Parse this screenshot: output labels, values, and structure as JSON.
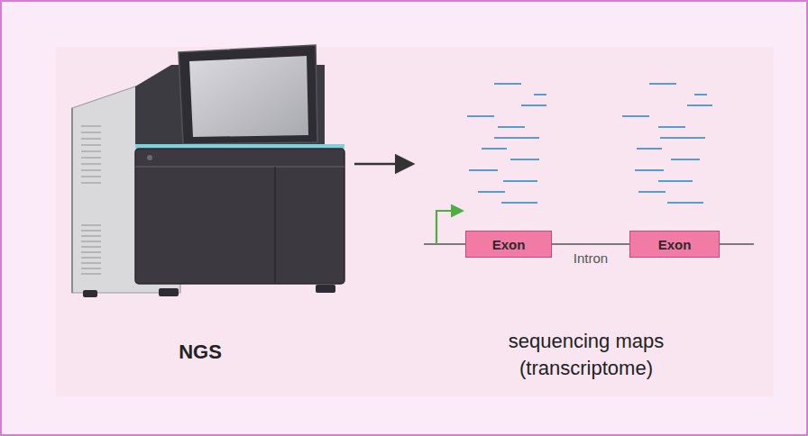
{
  "diagram": {
    "nodes": [
      {
        "text": [
          "Exon"
        ]
      },
      {
        "text": [
          "Exon"
        ]
      }
    ],
    "edges": [
      {
        "from": 0,
        "to": 1,
        "arrow": "none",
        "label": "Intron"
      }
    ],
    "labels": [
      "NGS",
      "sequencing maps (transcriptome)"
    ]
  }
}
